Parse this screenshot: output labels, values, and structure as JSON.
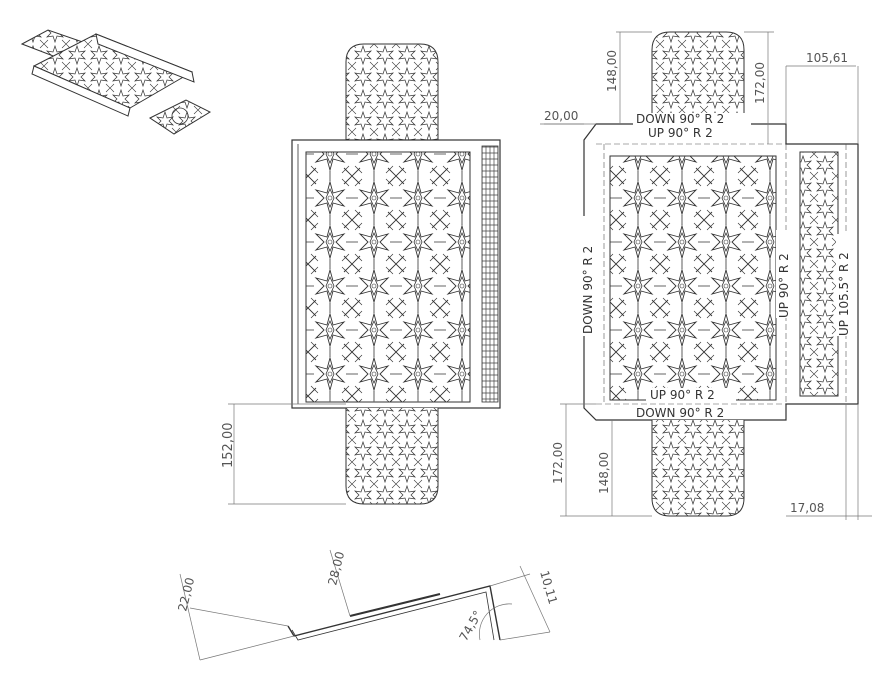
{
  "drawing": {
    "title": "Sheet metal tray with arabesque pattern - flat pattern drawing",
    "colors": {
      "line": "#3a3a3a",
      "dim": "#666666",
      "paper": "#ffffff"
    },
    "views": {
      "iso": {
        "label": "isometric-view"
      },
      "top": {
        "label": "top-view",
        "dims": {
          "tab_length": "152,00"
        }
      },
      "flat": {
        "label": "flat-pattern-view",
        "dims": {
          "top_tab": "148,00",
          "top_tab_total": "172,00",
          "side_width": "105,61",
          "bend_offset": "20,00",
          "bottom_tab_total": "172,00",
          "bottom_tab": "148,00",
          "side_offset": "17,08"
        },
        "bend_notes": {
          "top_down": "DOWN  90°  R 2",
          "top_up": "UP  90°  R 2",
          "left_down": "DOWN  90°  R 2",
          "right_up": "UP  90°  R 2",
          "far_right_up": "UP  105.5°  R 2",
          "bottom_up": "UP  90°  R 2",
          "bottom_down": "DOWN  90°  R 2"
        }
      },
      "side": {
        "label": "side-view",
        "dims": {
          "left_height": "22,00",
          "mid_height": "28,00",
          "right_height": "10,11",
          "angle": "74,5°"
        }
      }
    }
  }
}
